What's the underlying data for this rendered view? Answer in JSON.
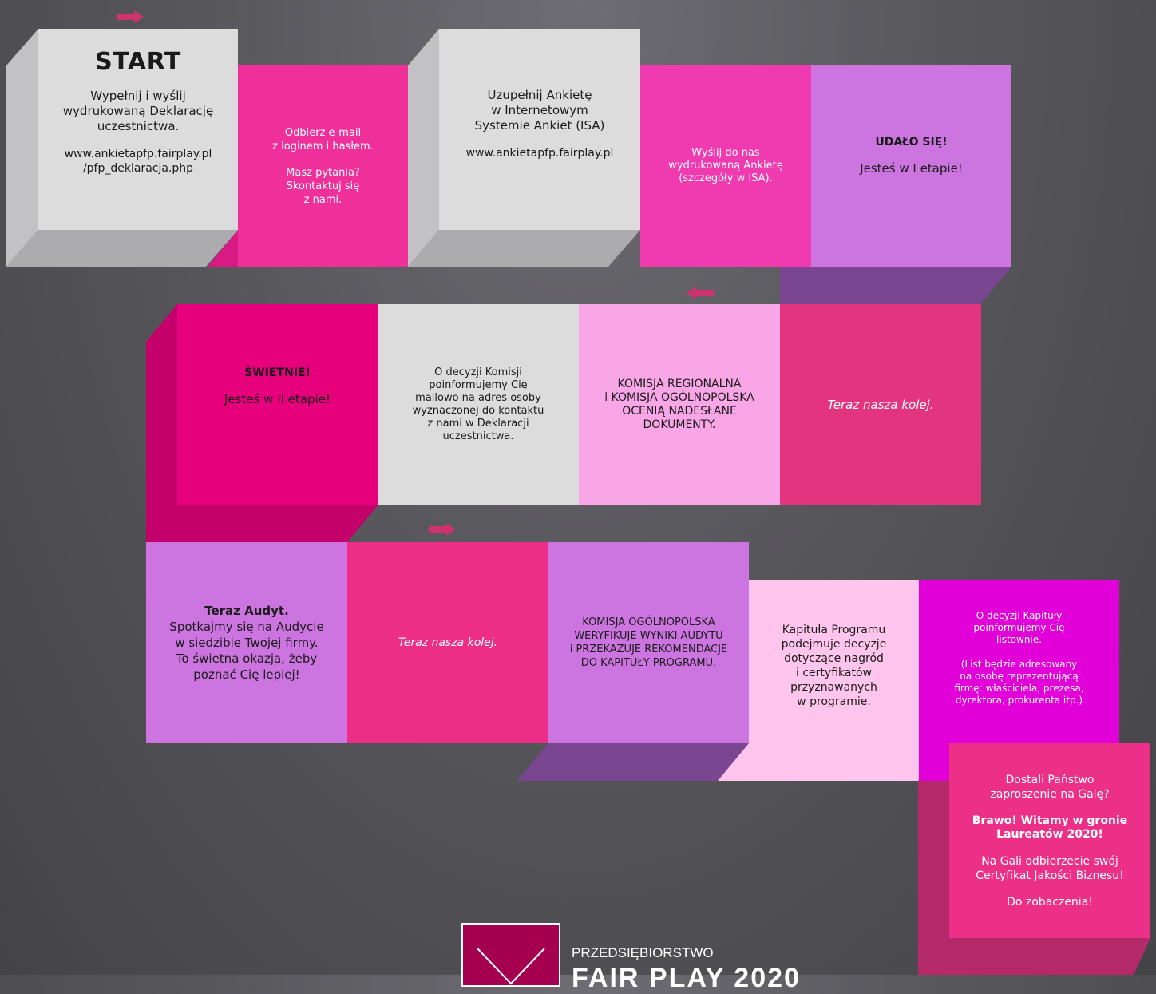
{
  "steps": {
    "start": {
      "title": "START",
      "text": "Wypełnij i wyślij\nwydrukowaną Deklarację\nuczestnictwa.",
      "link": "www.ankietapfp.fairplay.pl\n/pfp_deklaracja.php"
    },
    "email": {
      "text": "Odbierz e-mail\nz loginem i hasłem.",
      "text2": "Masz pytania?\nSkontaktuj się\nz nami."
    },
    "survey": {
      "text": "Uzupełnij Ankietę\nw Internetowym\nSystemie Ankiet (ISA)",
      "link": "www.ankietapfp.fairplay.pl"
    },
    "send": {
      "text": "Wyślij do nas\nwydrukowaną Ankietę\n(szczegóły w ISA)."
    },
    "success1": {
      "title": "UDAŁO SIĘ!",
      "text": "Jesteś w I etapie!"
    },
    "our_turn1": {
      "text": "Teraz nasza kolej."
    },
    "commission": {
      "text": "KOMISJA REGIONALNA\ni KOMISJA OGÓLNOPOLSKA\nOCENIĄ NADESŁANE\nDOKUMENTY."
    },
    "decision_mail": {
      "text": "O decyzji Komisji\npoinformujemy Cię\nmailowo na adres osoby\nwyznaczonej do kontaktu\nz nami w Deklaracji\nuczestnictwa."
    },
    "success2": {
      "title": "ŚWIETNIE!",
      "text": "Jesteś w II etapie!"
    },
    "audit": {
      "title": "Teraz Audyt.",
      "text": "Spotkajmy się na Audycie\nw siedzibie Twojej firmy.\nTo świetna okazja, żeby\npoznać Cię lepiej!"
    },
    "our_turn2": {
      "text": "Teraz nasza kolej."
    },
    "verify": {
      "text": "KOMISJA OGÓLNOPOLSKA\nWERYFIKUJE WYNIKI AUDYTU\ni PRZEKAZUJE REKOMENDACJE\nDO KAPITUŁY PROGRAMU."
    },
    "chapter": {
      "text": "Kapituła Programu\npodejmuje decyzje\ndotyczące nagród\ni certyfikatów\nprzyznawanych\nw programie."
    },
    "letter": {
      "text": "O decyzji Kapituły\npoinformujemy Cię\nlistownie.",
      "text2": "(List będzie adresowany\nna osobę reprezentującą\nfirmę: właściciela, prezesa,\ndyrektora, prokurenta itp.)"
    },
    "gala": {
      "text": "Dostali Państwo\nzaproszenie na Galę?",
      "title": "Brawo! Witamy w gronie\nLaureatów 2020!",
      "text2": "Na Gali odbierzecie swój\nCertyfikat Jakości Biznesu!",
      "text3": "Do zobaczenia!"
    }
  },
  "logo": {
    "line1": "PRZEDSIĘBIORSTWO",
    "line2": "FAIR PLAY 2020"
  },
  "colors": {
    "gray_face": "#dcdcdd",
    "gray_side": "#c1c1c3",
    "gray_bottom": "#aaaaac",
    "pink": "#f0309a",
    "hot_pink": "#e6007b",
    "pink_dark": "#c60067",
    "rose": "#e3357f",
    "violet": "#cc75e0",
    "violet_dark": "#7a4691",
    "light_pink": "#f9a6e7",
    "pale_pink": "#ffc5ec",
    "magenta": "#e200d9",
    "gala_pink": "#ec3087",
    "gala_dark": "#b02764",
    "arrow": "#cf336d"
  }
}
